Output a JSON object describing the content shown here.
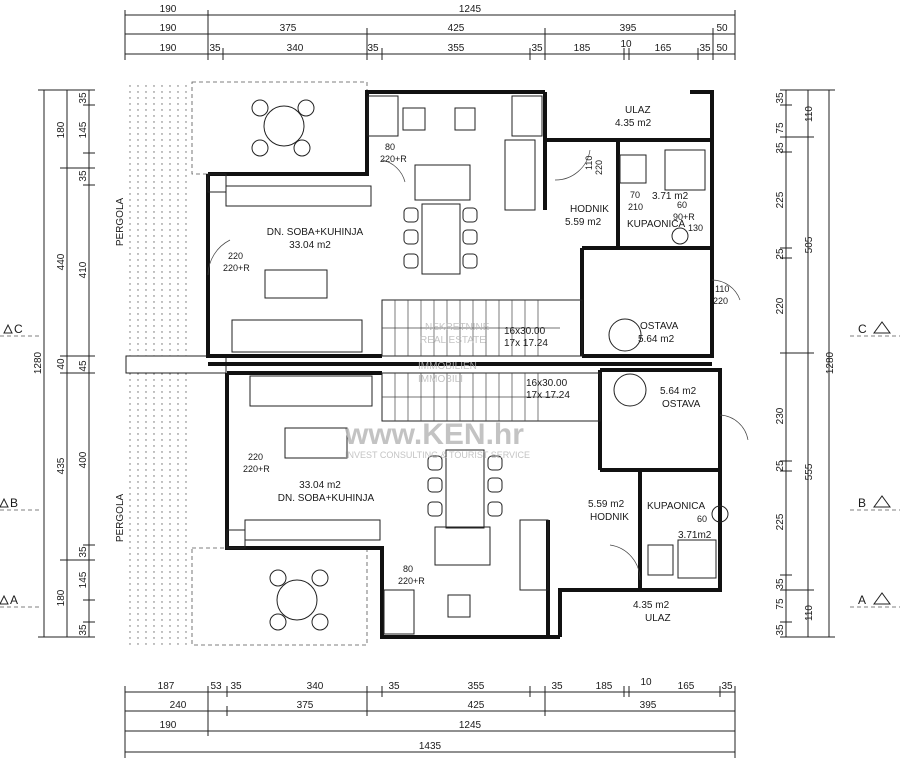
{
  "dimensions": {
    "top_row1": [
      "190",
      "1245"
    ],
    "top_row2": [
      "190",
      "375",
      "425",
      "395",
      "50"
    ],
    "top_row3": [
      "190",
      "35",
      "340",
      "35",
      "355",
      "35",
      "185",
      "10",
      "165",
      "35",
      "50"
    ],
    "bottom_row1": [
      "187",
      "53",
      "35",
      "340",
      "35",
      "355",
      "35",
      "185",
      "10",
      "165",
      "35"
    ],
    "bottom_row2": [
      "240",
      "375",
      "425",
      "395"
    ],
    "bottom_row3": [
      "190",
      "1245"
    ],
    "bottom_row4": [
      "1435"
    ],
    "left_outer": [
      "180",
      "440",
      "40",
      "435",
      "180"
    ],
    "left_inner": [
      "35",
      "145",
      "35",
      "410",
      "45",
      "400",
      "35",
      "145",
      "35"
    ],
    "left_total": "1280",
    "right_outer": [
      "110",
      "505",
      "555",
      "110"
    ],
    "right_inner": [
      "35",
      "75",
      "35",
      "225",
      "25",
      "220",
      "230",
      "25",
      "225",
      "35",
      "75",
      "35"
    ],
    "right_total": "1280"
  },
  "rooms": {
    "living_top": {
      "name": "DN. SOBA+KUHINJA",
      "area": "33.04  m2"
    },
    "living_bottom": {
      "name": "DN. SOBA+KUHINJA",
      "area": "33.04  m2"
    },
    "entry_top": {
      "name": "ULAZ",
      "area": "4.35  m2"
    },
    "entry_bottom": {
      "name": "ULAZ",
      "area": "4.35  m2"
    },
    "hall_top": {
      "name": "HODNIK",
      "area": "5.59  m2"
    },
    "hall_bottom": {
      "name": "HODNIK",
      "area": "5.59  m2"
    },
    "bath_top": {
      "name": "KUPAONICA",
      "area": "3.71  m2"
    },
    "bath_bottom": {
      "name": "KUPAONICA",
      "area": "3.71m2"
    },
    "storage_top": {
      "name": "OSTAVA",
      "area": "5.64  m2"
    },
    "storage_bottom": {
      "name": "OSTAVA",
      "area": "5.64  m2"
    }
  },
  "labels": {
    "pergola": "PERGOLA",
    "stairs_top": [
      "16x30.00",
      "17x 17.24"
    ],
    "stairs_bottom": [
      "16x30.00",
      "17x 17.24"
    ],
    "doors": [
      "80",
      "220+R",
      "220",
      "220+R",
      "110",
      "220",
      "70",
      "210",
      "60",
      "90+R",
      "130",
      "110",
      "220",
      "60",
      "80",
      "220+R",
      "220",
      "220+R"
    ],
    "section_c": "C",
    "section_b": "B",
    "section_a": "A"
  },
  "watermark": {
    "lines": [
      "NEKRETNINE",
      "REAL ESTATE",
      "IMMOBILIEN",
      "IMMOBILI"
    ],
    "brand": "www.KEN.hr",
    "tagline": "INVEST CONSULTING & TOURIST SERVICE"
  }
}
